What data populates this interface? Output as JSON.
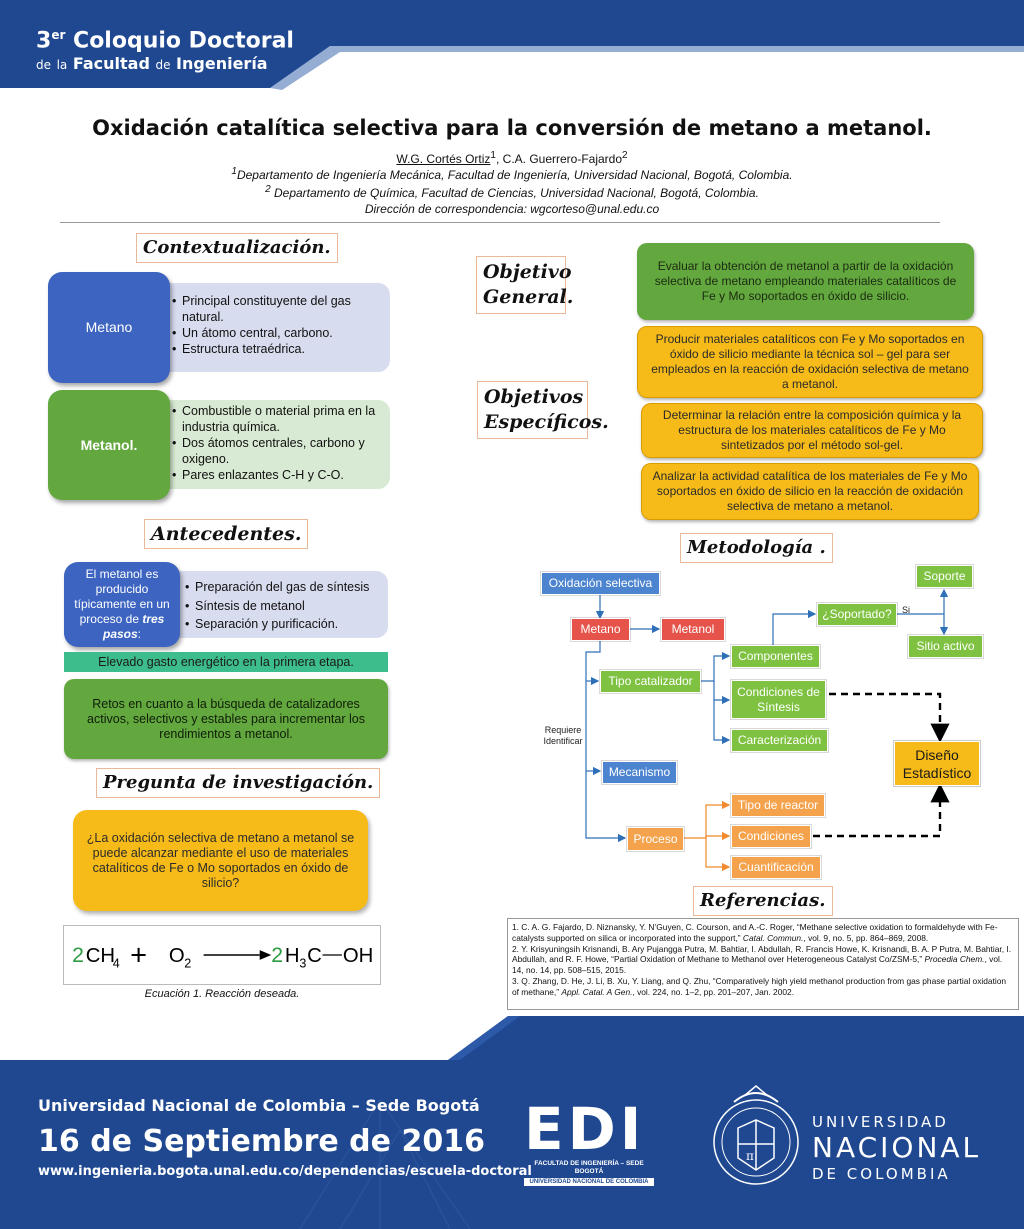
{
  "header": {
    "line1_main": "Coloquio Doctoral",
    "line1_num": "3",
    "line1_sup": "er",
    "line2_de": "de",
    "line2_la": "la",
    "line2_facultad": "Facultad",
    "line2_de2": "de",
    "line2_ingenieria": "Ingeniería"
  },
  "title": "Oxidación catalítica selectiva para la conversión de metano a metanol.",
  "authors": {
    "author1": "W.G. Cortés Ortiz",
    "author1_sup": "1",
    "sep": ", ",
    "author2": "C.A. Guerrero-Fajardo",
    "author2_sup": "2"
  },
  "affiliations": {
    "a1_sup": "1",
    "a1": "Departamento de Ingeniería Mecánica, Facultad de Ingeniería, Universidad Nacional, Bogotá, Colombia.",
    "a2_sup": "2",
    "a2": " Departamento de Química, Facultad de Ciencias, Universidad Nacional, Bogotá, Colombia.",
    "correspondence": "Dirección de correspondencia: wgcorteso@unal.edu.co"
  },
  "contextualizacion": {
    "heading": "Contextualización.",
    "metano_label": "Metano",
    "metano_points": [
      "Principal constituyente del gas natural.",
      "Un átomo central, carbono.",
      "Estructura tetraédrica."
    ],
    "metanol_label": "Metanol.",
    "metanol_points": [
      "Combustible o material prima en la industria química.",
      "Dos átomos centrales, carbono y oxigeno.",
      "Pares enlazantes C-H y C-O."
    ]
  },
  "antecedentes": {
    "heading": "Antecedentes.",
    "bubble_text": "El metanol es producido típicamente en un proceso de",
    "bubble_emph": "tres pasos",
    "bubble_colon": ":",
    "points": [
      "Preparación del gas de síntesis",
      "Síntesis de metanol",
      "Separación y purificación."
    ],
    "bar": "Elevado gasto energético en la primera etapa.",
    "retos": "Retos en cuanto a la búsqueda de catalizadores activos, selectivos y estables para incrementar los rendimientos a metanol."
  },
  "pregunta": {
    "heading": "Pregunta de investigación.",
    "text": "¿La oxidación selectiva de metano a metanol se puede alcanzar mediante el uso de materiales catalíticos de Fe o Mo soportados en óxido de silicio?"
  },
  "equation": {
    "coef1": "2",
    "reactant1": "CH",
    "reactant1_sub": "4",
    "plus": "+",
    "reactant2": "O",
    "reactant2_sub": "2",
    "coef2": "2",
    "product_a": "H",
    "product_a_sub": "3",
    "product_b": "C",
    "product_c": "OH",
    "caption": "Ecuación 1. Reacción deseada."
  },
  "objetivos": {
    "general_heading_1": "Objetivo",
    "general_heading_2": "General.",
    "general_text": "Evaluar la obtención de metanol a partir de la oxidación selectiva de metano empleando materiales catalíticos de Fe y Mo soportados en óxido de silicio.",
    "especificos_heading_1": "Objetivos",
    "especificos_heading_2": "Específicos.",
    "especificos": [
      "Producir materiales catalíticos con Fe y Mo soportados en óxido de silicio mediante la técnica sol – gel para ser empleados en la reacción de oxidación selectiva de metano a metanol.",
      "Determinar la relación entre la composición química y la estructura de los materiales catalíticos de Fe y Mo sintetizados por el método sol-gel.",
      "Analizar la actividad catalítica de los materiales de Fe y Mo soportados en óxido de silicio en la reacción de oxidación selectiva de  metano a metanol."
    ]
  },
  "metodologia": {
    "heading": "Metodología .",
    "oxidacion": "Oxidación selectiva",
    "metano": "Metano",
    "metanol": "Metanol",
    "tipo_catalizador": "Tipo catalizador",
    "mecanismo": "Mecanismo",
    "proceso": "Proceso",
    "componentes": "Componentes",
    "condiciones_sintesis": "Condiciones de Síntesis",
    "caracterizacion": "Caracterización",
    "soportado": "¿Soportado?",
    "si": "Si",
    "soporte": "Soporte",
    "sitio_activo": "Sitio activo",
    "diseno": "Diseño Estadístico",
    "tipo_reactor": "Tipo de reactor",
    "condiciones": "Condiciones",
    "cuantificacion": "Cuantificación",
    "requiere_1": "Requiere",
    "requiere_2": "Identificar"
  },
  "referencias": {
    "heading": "Referencias.",
    "r1a": "1. C. A. G. Fajardo, D. Niznansky, Y. N’Guyen, C. Courson, and A.-C. Roger, “Methane selective oxidation to formaldehyde with Fe-catalysts supported on silica or incorporated into the support,” ",
    "r1j": "Catal. Commun.",
    "r1b": ", vol. 9, no. 5, pp. 864–869, 2008.",
    "r2a": "2. Y. Krisyuningsih Krisnandi, B. Ary Pujangga Putra, M. Bahtiar, I. Abdullah, R. Francis Howe, K. Krisnandi, B. A. P Putra, M. Bahtiar, I. Abdullah, and R. F. Howe, “Partial Oxidation of Methane to Methanol over Heterogeneous Catalyst Co/ZSM-5,” ",
    "r2j": "Procedia Chem.",
    "r2b": ", vol. 14, no. 14, pp. 508–515, 2015.",
    "r3a": "3. Q. Zhang, D. He, J. Li, B. Xu, Y. Liang, and Q. Zhu, “Comparatively high yield methanol production from gas phase partial oxidation of methane,” ",
    "r3j": "Appl. Catal. A Gen.",
    "r3b": ", vol. 224, no. 1–2, pp. 201–207, Jan. 2002."
  },
  "footer": {
    "university": "Universidad Nacional de Colombia – Sede Bogotá",
    "date": "16 de Septiembre de 2016",
    "url": "www.ingenieria.bogota.unal.edu.co/dependencias/escuela-doctoral",
    "edi": "EDI",
    "edi_sub1": "FACULTAD DE INGENIERÍA – SEDE BOGOTÁ",
    "edi_sub2": "UNIVERSIDAD NACIONAL DE COLOMBIA",
    "unal_1": "UNIVERSIDAD",
    "unal_2": "NACIONAL",
    "unal_3": "DE COLOMBIA"
  },
  "colors": {
    "navy": "#1f4891",
    "blue": "#3c64c0",
    "green": "#63a83e",
    "yellow": "#f6bb18",
    "teal": "#3dbd8c"
  }
}
